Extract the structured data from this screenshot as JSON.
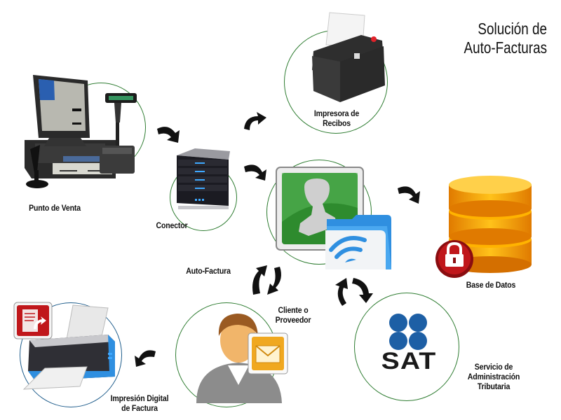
{
  "title": {
    "line1": "Solución de",
    "line2": "Auto-Facturas"
  },
  "nodes": {
    "punto_de_venta": {
      "label": "Punto de Venta",
      "icon": "pos-terminal-icon"
    },
    "conector": {
      "label": "Conector",
      "icon": "server-icon"
    },
    "impresora_recibos": {
      "label_line1": "Impresora de",
      "label_line2": "Recibos",
      "icon": "receipt-printer-icon"
    },
    "central": {
      "icon": "stamp-and-wireless-folder-icon"
    },
    "base_datos": {
      "label": "Base de Datos",
      "icon": "locked-database-icon"
    },
    "auto_factura": {
      "label": "Auto-Factura"
    },
    "cliente": {
      "label_line1": "Cliente o",
      "label_line2": "Proveedor",
      "icon": "user-with-mail-icon"
    },
    "sat": {
      "logo_text": "SAT",
      "label_line1": "Servicio de",
      "label_line2": "Administración",
      "label_line3": "Tributaria",
      "icon": "sat-logo-icon"
    },
    "impresion_digital": {
      "label_line1": "Impresión Digital",
      "label_line2": "de Factura",
      "icon": "document-printer-icon"
    }
  },
  "colors": {
    "ring": "#2f7d32",
    "ring_blue": "#1f5d8c",
    "arrow": "#111111",
    "stamp_green": "#2e8b2e",
    "folder_blue": "#2f8fe0",
    "db_orange": "#f39c12",
    "lock_red": "#c0171b",
    "sat_blue": "#1d5fa5",
    "sat_text": "#1a1a1a"
  }
}
